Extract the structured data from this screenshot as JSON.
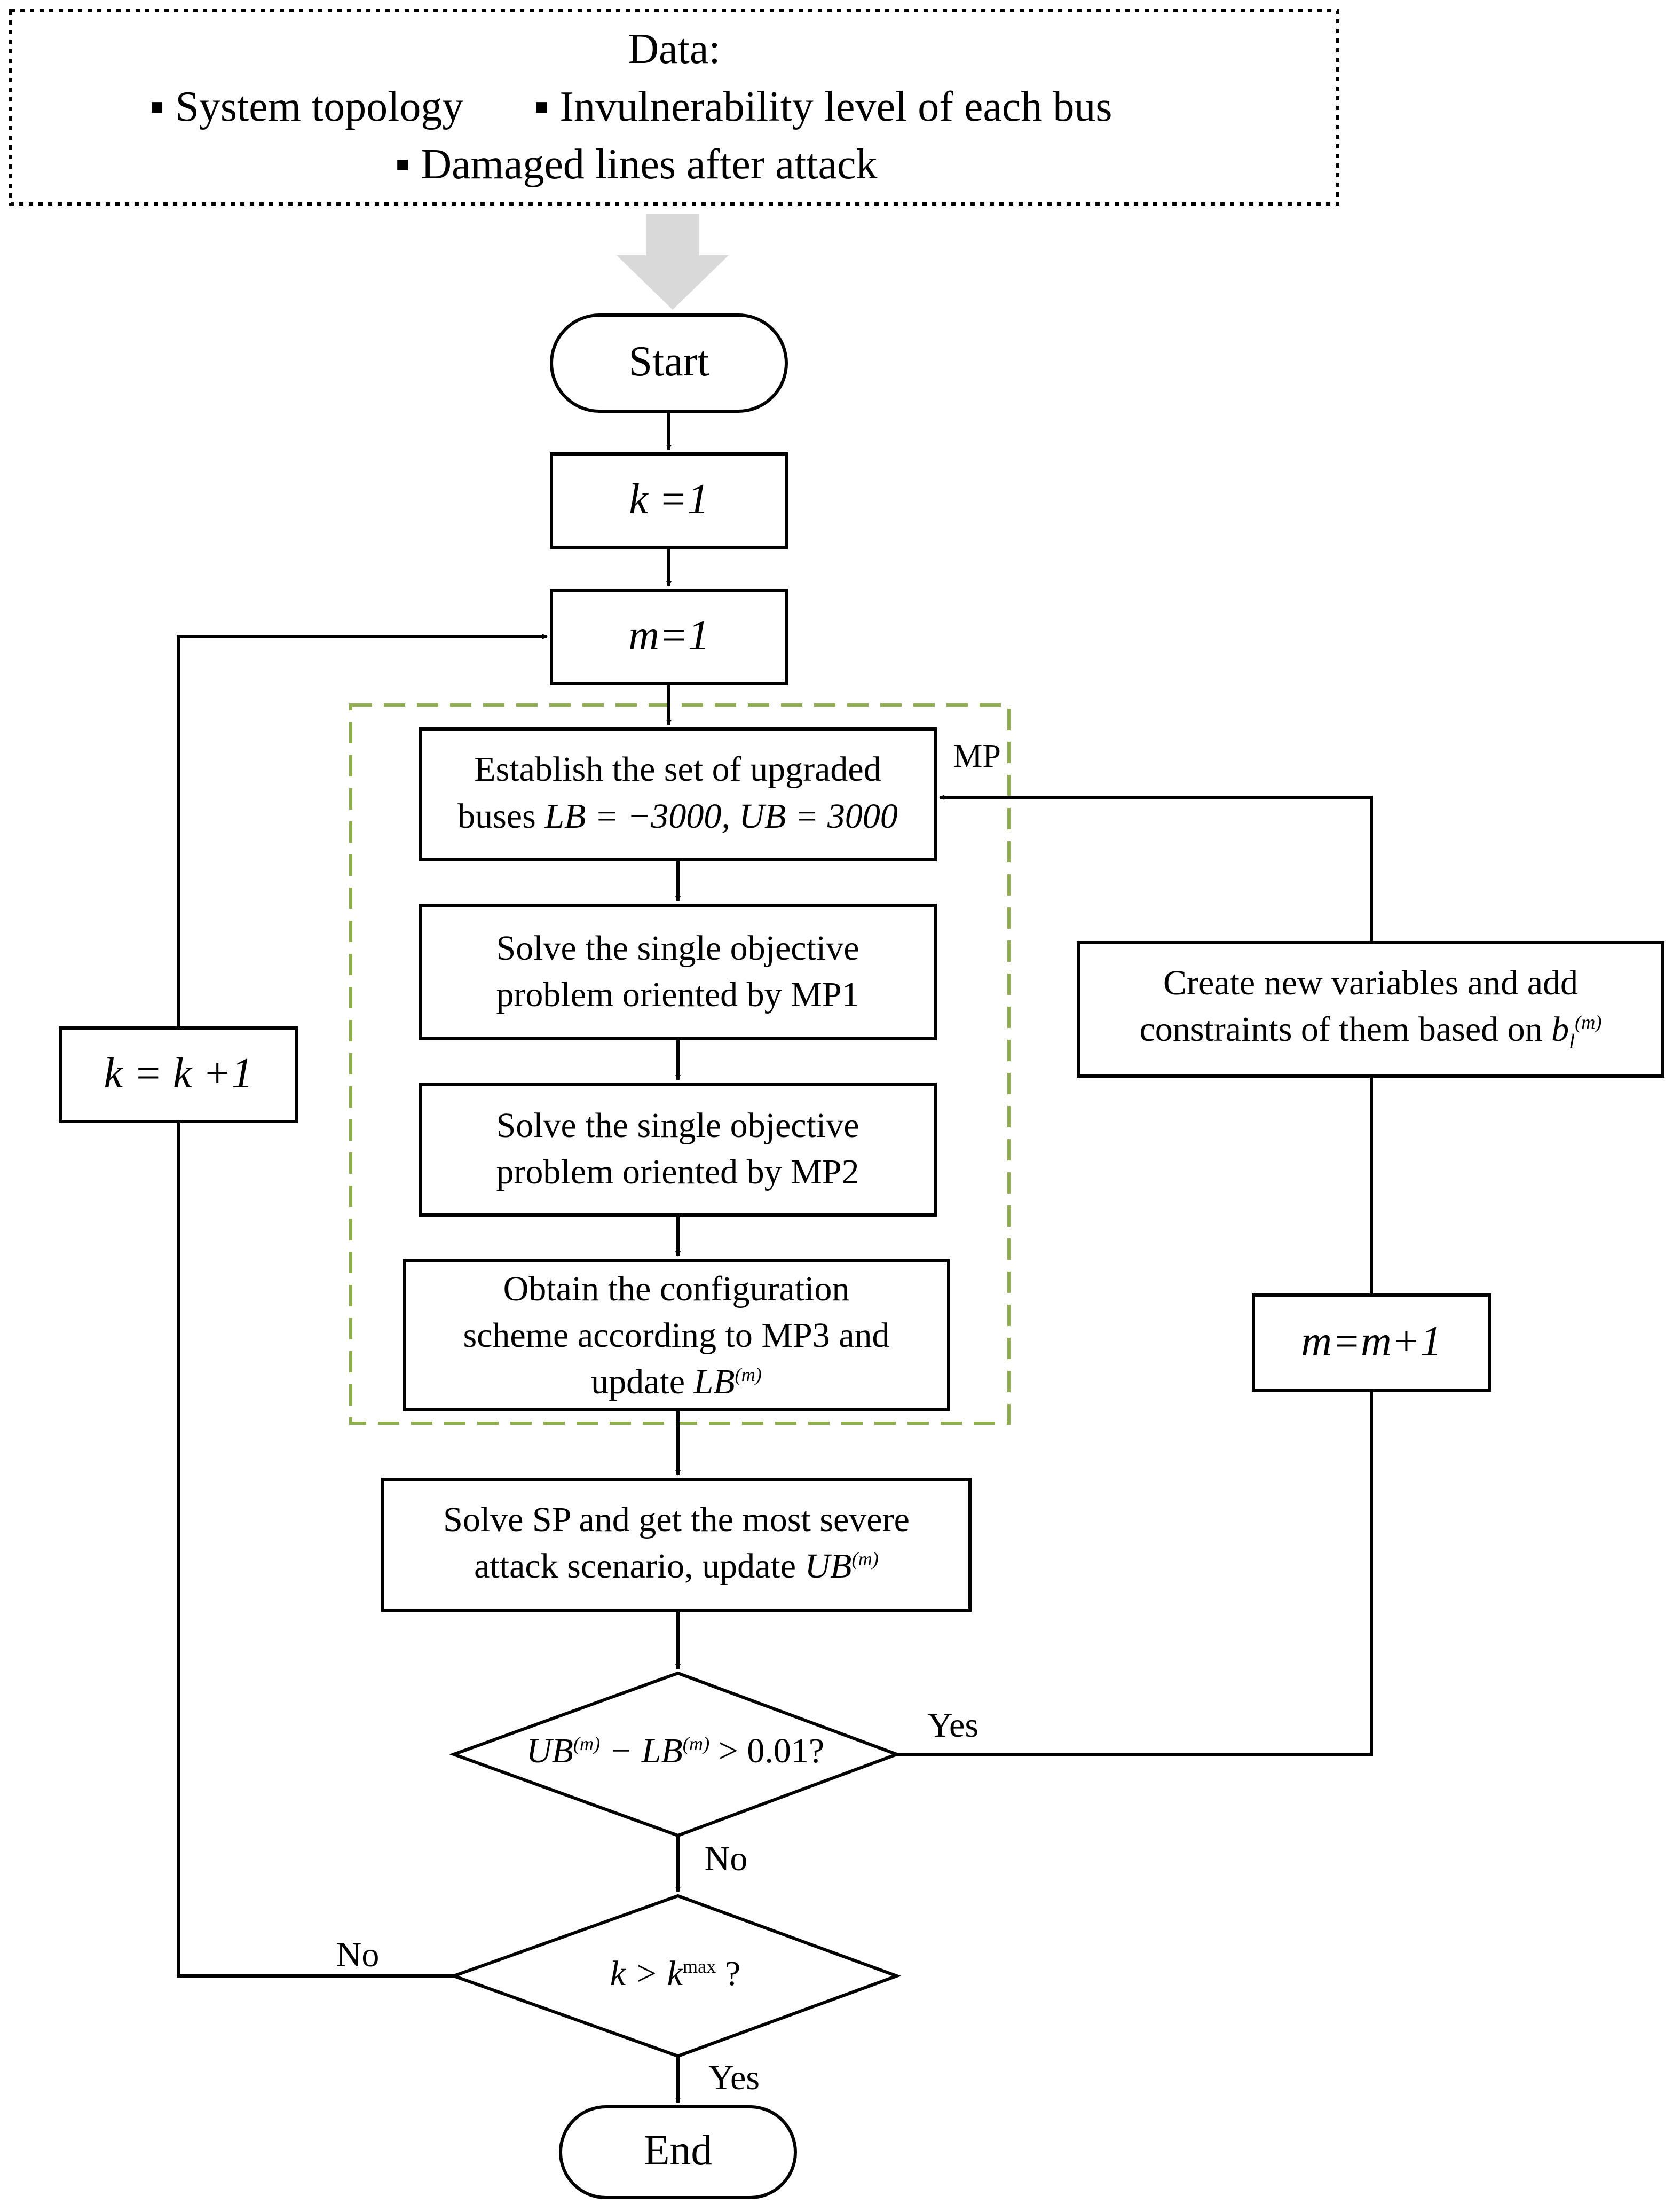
{
  "data_box": {
    "title": "Data:",
    "items": [
      "System topology",
      "Invulnerability level of each bus",
      "Damaged lines after attack"
    ]
  },
  "nodes": {
    "start": "Start",
    "k_init": "k =1",
    "m_init": "m=1",
    "mp_tag": "MP",
    "establish_line1": "Establish the set of upgraded",
    "establish_line2_prefix": "buses",
    "establish_line2_math": "LB = −3000, UB = 3000",
    "solve_mp1_line1": "Solve the single objective",
    "solve_mp1_line2": "problem oriented by MP1",
    "solve_mp2_line1": "Solve the single objective",
    "solve_mp2_line2": "problem oriented by MP2",
    "obtain_line1": "Obtain the configuration",
    "obtain_line2": "scheme according to MP3 and",
    "obtain_line3_prefix": "update",
    "obtain_line3_math": "LB",
    "solve_sp_line1": "Solve SP and get the most severe",
    "solve_sp_line2_prefix": "attack scenario, update",
    "solve_sp_line2_math": "UB",
    "cond1_a": "UB",
    "cond1_b": " − LB",
    "cond1_c": " > 0.01?",
    "cond2_a": "k > k",
    "cond2_sup": "max",
    "cond2_c": " ?",
    "end": "End",
    "k_update": "k = k +1",
    "create_line1": "Create new variables and add",
    "create_line2": "constraints of them based on",
    "create_math": "b",
    "create_sub": "l",
    "m_update": "m=m+1",
    "sup_m": "(m)"
  },
  "edge_labels": {
    "yes1": "Yes",
    "no1": "No",
    "no2": "No",
    "yes2": "Yes"
  },
  "colors": {
    "dashed_group": "#8faf4f",
    "big_arrow": "#d9d9d9",
    "line": "#000000"
  }
}
